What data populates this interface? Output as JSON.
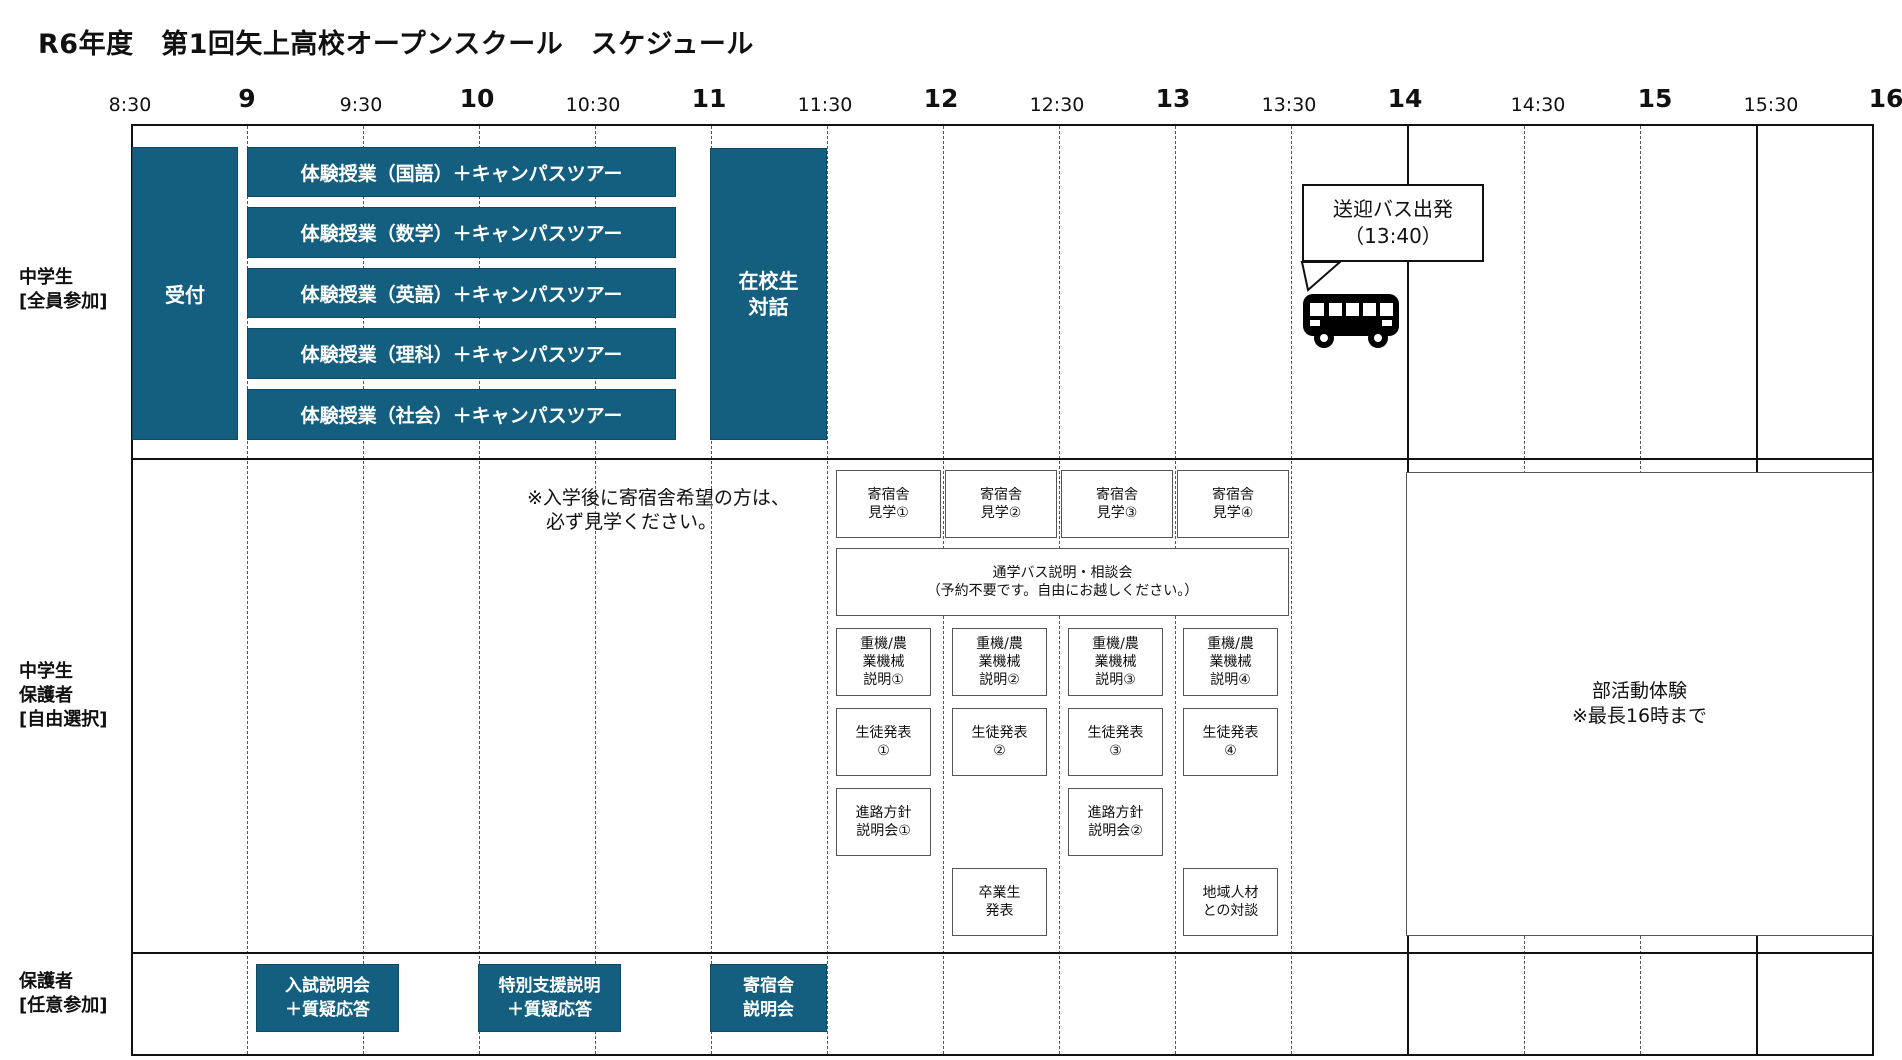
{
  "title": "R6年度　第1回矢上高校オープンスクール　スケジュール",
  "timeline": {
    "ticks": [
      "8:30",
      "9",
      "9:30",
      "10",
      "10:30",
      "11",
      "11:30",
      "12",
      "12:30",
      "13",
      "13:30",
      "14",
      "14:30",
      "15",
      "15:30",
      "16"
    ]
  },
  "rows": {
    "student": "中学生\n[全員参加]",
    "both": "中学生\n保護者\n[自由選択]",
    "parent": "保護者\n[任意参加]"
  },
  "student_events": {
    "reception": "受付",
    "classes": [
      "体験授業（国語）＋キャンパスツアー",
      "体験授業（数学）＋キャンパスツアー",
      "体験授業（英語）＋キャンパスツアー",
      "体験授業（理科）＋キャンパスツアー",
      "体験授業（社会）＋キャンパスツアー"
    ],
    "dialogue": "在校生\n対話",
    "bus_bubble": "送迎バス出発\n（13:40）"
  },
  "free_events": {
    "note": "※入学後に寄宿舎希望の方は、\n　必ず見学ください。",
    "dorm_tours": [
      "寄宿舎\n見学①",
      "寄宿舎\n見学②",
      "寄宿舎\n見学③",
      "寄宿舎\n見学④"
    ],
    "bus_consult": "通学バス説明・相談会\n（予約不要です。自由にお越しください。）",
    "machinery": [
      "重機/農\n業機械\n説明①",
      "重機/農\n業機械\n説明②",
      "重機/農\n業機械\n説明③",
      "重機/農\n業機械\n説明④"
    ],
    "presentations": [
      "生徒発表\n①",
      "生徒発表\n②",
      "生徒発表\n③",
      "生徒発表\n④"
    ],
    "career": [
      "進路方針\n説明会①",
      "進路方針\n説明会②"
    ],
    "graduate": "卒業生\n発表",
    "local": "地域人材\nとの対談",
    "club": "部活動体験\n※最長16時まで"
  },
  "parent_events": {
    "exam": "入試説明会\n＋質疑応答",
    "special": "特別支援説明\n＋質疑応答",
    "dorm": "寄宿舎\n説明会"
  },
  "colors": {
    "accent": "#145f7f",
    "line": "#111111"
  }
}
